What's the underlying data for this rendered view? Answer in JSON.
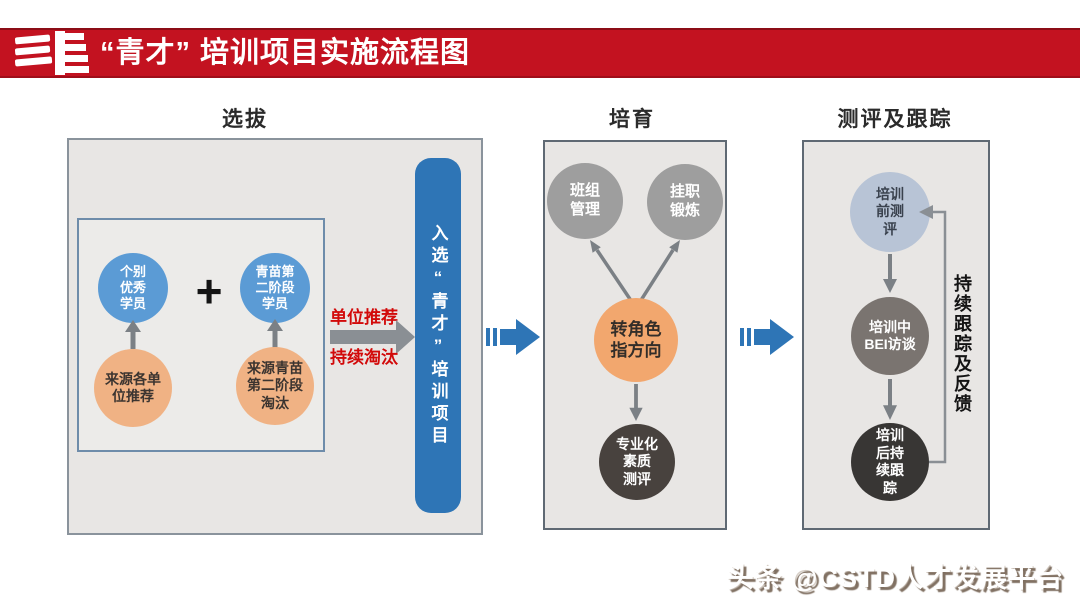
{
  "banner": {
    "title": "“青才” 培训项目实施流程图"
  },
  "section_titles": {
    "selection": "选拔",
    "cultivation": "培育",
    "tracking": "测评及跟踪"
  },
  "selection": {
    "blue_circle_1": "个别\n优秀\n学员",
    "plus": "+",
    "blue_circle_2": "青苗第\n二阶段\n学员",
    "orange_circle_1": "来源各单\n位推荐",
    "orange_circle_2": "来源青苗\n第二阶段\n淘汰",
    "arrow_label_top": "单位推荐",
    "arrow_label_bottom": "持续淘汰",
    "result_bar": "入选“青才”培训项目"
  },
  "cultivation": {
    "gray_circle_1": "班组\n管理",
    "gray_circle_2": "挂职\n锻炼",
    "orange_circle": "转角色\n指方向",
    "dark_circle": "专业化\n素质\n测评"
  },
  "tracking": {
    "circle_pre": "培训\n前测\n评",
    "circle_bei": "培训中\nBEI访谈",
    "circle_post": "培训\n后持\n续跟\n踪",
    "loop_label": "持续跟踪及反馈"
  },
  "watermark": "头条 @CSTD人才发展平台",
  "colors": {
    "banner_red": "#c31220",
    "accent_red": "#d20a0a",
    "blue": "#5b9bd5",
    "dark_blue": "#2e75b6",
    "orange": "#f0b284",
    "orange_deep": "#f2a76e",
    "gray_circle": "#9e9e9e",
    "dark_circle": "#48423e",
    "light_blue_circle": "#b8c4d6",
    "mid_gray_circle": "#7a7470",
    "darkest_circle": "#383634",
    "panel_bg": "#e8e6e4"
  }
}
